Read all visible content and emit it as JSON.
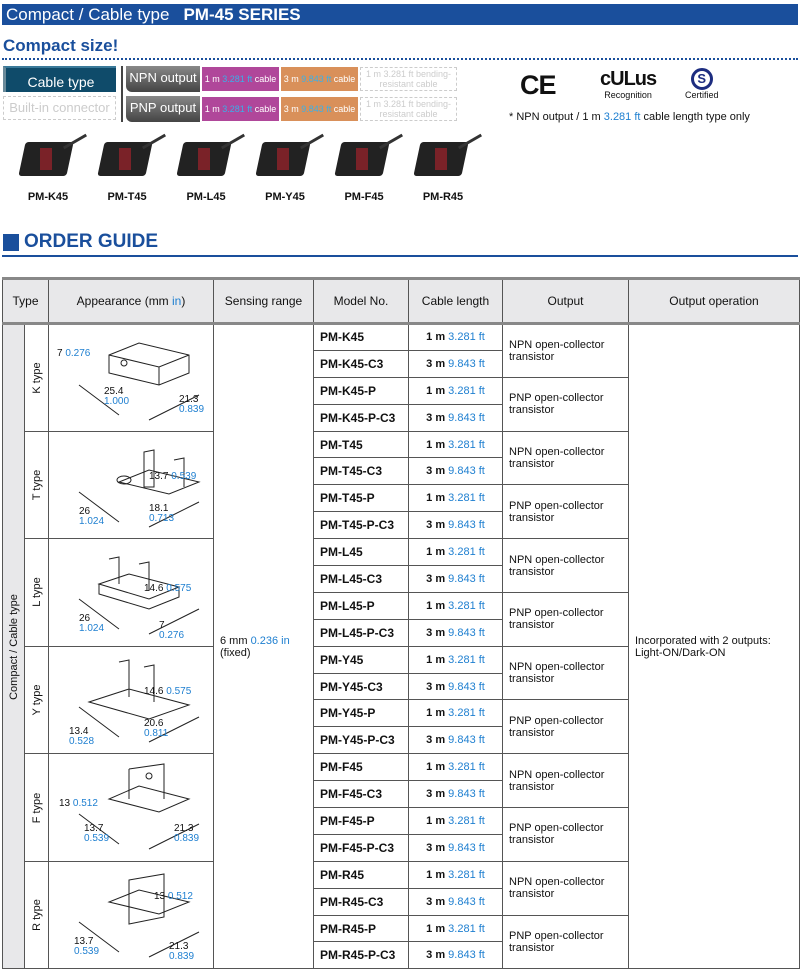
{
  "banner": {
    "category": "Compact / Cable type",
    "series": "PM-45 SERIES"
  },
  "subtitle": "Compact size!",
  "selector": {
    "cable_type": "Cable type",
    "built_in": "Built-in connector",
    "rows": [
      {
        "label": "NPN output",
        "chips": [
          {
            "m": "1 m",
            "ft": "3.281 ft",
            "suffix": "cable"
          },
          {
            "m": "3 m",
            "ft": "9.843 ft",
            "suffix": "cable"
          },
          {
            "text": "1 m 3.281 ft bending-resistant cable"
          }
        ]
      },
      {
        "label": "PNP output",
        "chips": [
          {
            "m": "1 m",
            "ft": "3.281 ft",
            "suffix": "cable"
          },
          {
            "m": "3 m",
            "ft": "9.843 ft",
            "suffix": "cable"
          },
          {
            "text": "1 m 3.281 ft bending-resistant cable"
          }
        ]
      }
    ]
  },
  "certs": {
    "ce": "CE",
    "ul": "cULus",
    "ul_sub": "Recognition",
    "csa_sub": "Certified",
    "csa_star": "*"
  },
  "note": {
    "pre": "* NPN output / 1 m ",
    "ft": "3.281 ft",
    "post": " cable length type only"
  },
  "products": [
    "PM-K45",
    "PM-T45",
    "PM-L45",
    "PM-Y45",
    "PM-F45",
    "PM-R45"
  ],
  "order_guide": "ORDER GUIDE",
  "table": {
    "headers": {
      "type": "Type",
      "appearance": "Appearance (mm ",
      "appearance_in": "in",
      ")": ")",
      "sensing": "Sensing range",
      "model": "Model No.",
      "cable": "Cable length",
      "output": "Output",
      "operation": "Output operation"
    },
    "group": "Compact / Cable type",
    "sensing": {
      "mm": "6 mm",
      "in": "0.236 in",
      "note": "(fixed)"
    },
    "operation": "Incorporated with 2 outputs: Light-ON/Dark-ON",
    "outputs": {
      "npn": "NPN open-collector transistor",
      "pnp": "PNP open-collector transistor"
    },
    "cables": [
      {
        "m": "1 m",
        "ft": "3.281 ft"
      },
      {
        "m": "3 m",
        "ft": "9.843 ft"
      }
    ],
    "types": [
      {
        "name": "K type",
        "dims": [
          [
            "7",
            "0.276"
          ],
          [
            "25.4",
            "1.000"
          ],
          [
            "21.3",
            "0.839"
          ]
        ],
        "models": [
          "PM-K45",
          "PM-K45-C3",
          "PM-K45-P",
          "PM-K45-P-C3"
        ]
      },
      {
        "name": "T type",
        "dims": [
          [
            "13.7",
            "0.539"
          ],
          [
            "26",
            "1.024"
          ],
          [
            "18.1",
            "0.713"
          ]
        ],
        "models": [
          "PM-T45",
          "PM-T45-C3",
          "PM-T45-P",
          "PM-T45-P-C3"
        ]
      },
      {
        "name": "L type",
        "dims": [
          [
            "14.6",
            "0.575"
          ],
          [
            "26",
            "1.024"
          ],
          [
            "7",
            "0.276"
          ]
        ],
        "models": [
          "PM-L45",
          "PM-L45-C3",
          "PM-L45-P",
          "PM-L45-P-C3"
        ]
      },
      {
        "name": "Y type",
        "dims": [
          [
            "14.6",
            "0.575"
          ],
          [
            "13.4",
            "0.528"
          ],
          [
            "20.6",
            "0.811"
          ]
        ],
        "models": [
          "PM-Y45",
          "PM-Y45-C3",
          "PM-Y45-P",
          "PM-Y45-P-C3"
        ]
      },
      {
        "name": "F type",
        "dims": [
          [
            "13",
            "0.512"
          ],
          [
            "13.7",
            "0.539"
          ],
          [
            "21.3",
            "0.839"
          ]
        ],
        "models": [
          "PM-F45",
          "PM-F45-C3",
          "PM-F45-P",
          "PM-F45-P-C3"
        ]
      },
      {
        "name": "R type",
        "dims": [
          [
            "13",
            "0.512"
          ],
          [
            "13.7",
            "0.539"
          ],
          [
            "21.3",
            "0.839"
          ]
        ],
        "models": [
          "PM-R45",
          "PM-R45-C3",
          "PM-R45-P",
          "PM-R45-P-C3"
        ]
      }
    ]
  }
}
